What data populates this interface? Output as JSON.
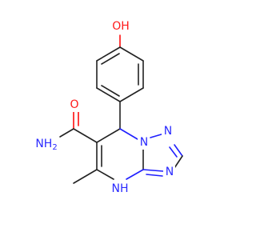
{
  "atoms": {
    "hydroxyl": {
      "element": "O",
      "text": "OH",
      "color": "#ff0d0d"
    },
    "carbonyl_o": {
      "element": "O",
      "text": "O",
      "color": "#ff0d0d"
    },
    "amide_n": {
      "element": "N",
      "text": "NH2",
      "color": "#0000ff"
    },
    "n1": {
      "element": "N",
      "text": "N",
      "color": "#0000ff"
    },
    "n2": {
      "element": "N",
      "text": "N",
      "color": "#0000ff"
    },
    "n3": {
      "element": "N",
      "text": "N",
      "color": "#0000ff"
    },
    "n4": {
      "element": "N",
      "text": "N",
      "color": "#0000ff"
    },
    "nh": {
      "element": "N",
      "text": "NH",
      "color": "#0000ff"
    }
  },
  "colors": {
    "bond": "#222222",
    "nitrogen": "#0000ff",
    "oxygen": "#ff0d0d",
    "background": "#ffffff"
  }
}
